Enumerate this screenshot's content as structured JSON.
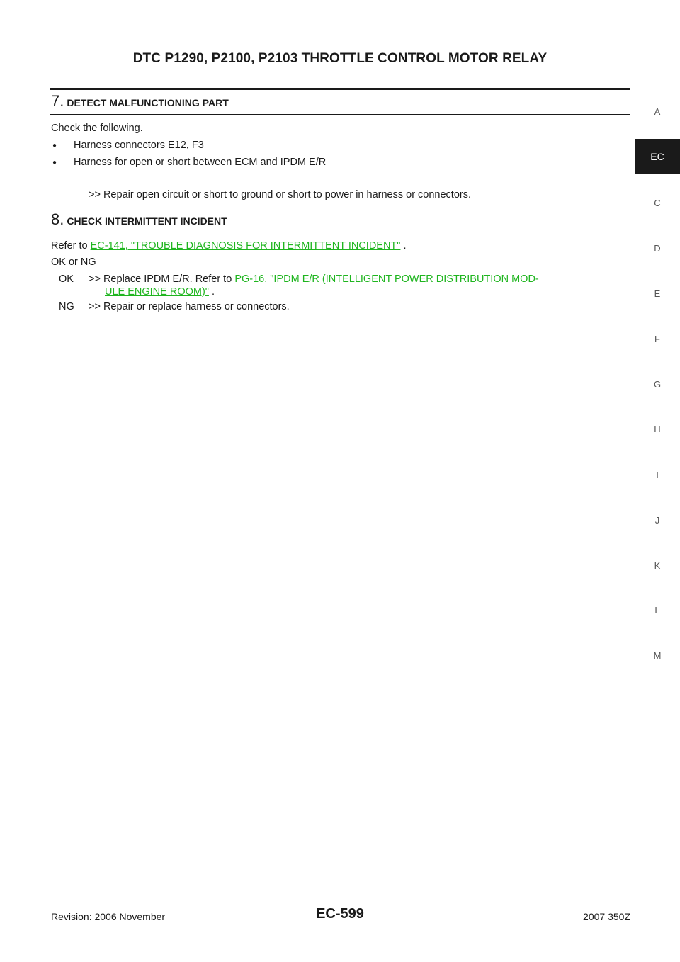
{
  "header": {
    "title": "DTC P1290, P2100, P2103 THROTTLE CONTROL MOTOR RELAY"
  },
  "step7": {
    "number": "7.",
    "title": "DETECT MALFUNCTIONING PART",
    "intro": "Check the following.",
    "bullets": [
      "Harness connectors E12, F3",
      "Harness for open or short between ECM and IPDM E/R"
    ],
    "result": ">> Repair open circuit or short to ground or short to power in harness or connectors."
  },
  "step8": {
    "number": "8.",
    "title": "CHECK INTERMITTENT INCIDENT",
    "refer_prefix": "Refer to ",
    "refer_link": "EC-141, \"TROUBLE DIAGNOSIS FOR INTERMITTENT INCIDENT\"",
    "refer_suffix": " .",
    "ok_ng": "OK or NG",
    "ok_label": "OK",
    "ok_text": ">> Replace IPDM E/R. Refer to ",
    "ok_link_1": "PG-16, \"IPDM E/R (INTELLIGENT POWER DISTRIBUTION MOD-",
    "ok_link_2": "ULE ENGINE ROOM)\"",
    "ok_suffix": " .",
    "ng_label": "NG",
    "ng_text": ">> Repair or replace harness or connectors."
  },
  "sidebar": {
    "active": "EC",
    "letters": [
      "A",
      "C",
      "D",
      "E",
      "F",
      "G",
      "H",
      "I",
      "J",
      "K",
      "L",
      "M"
    ]
  },
  "footer": {
    "revision": "Revision: 2006 November",
    "page": "EC-599",
    "model": "2007 350Z"
  }
}
